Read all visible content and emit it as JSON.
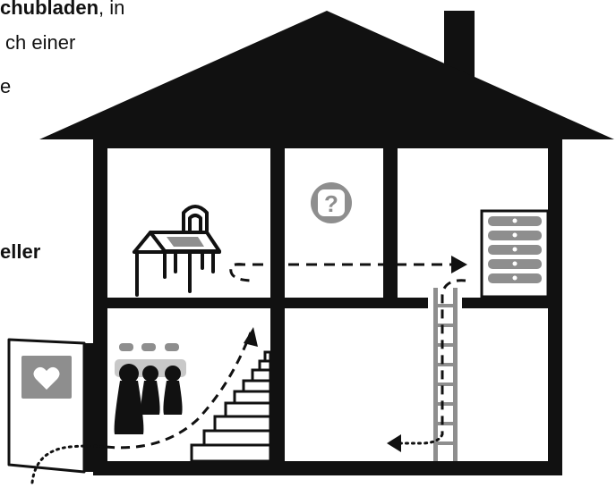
{
  "text": {
    "line1_bold": "chubladen",
    "line1_rest": ", in",
    "line2": "ch einer",
    "line3": "e",
    "line4": "eller"
  },
  "colors": {
    "ink": "#111111",
    "grey": "#8e8e8e",
    "light_grey": "#c8c8c8",
    "background": "#ffffff"
  },
  "icons": {
    "roof": "roof-icon",
    "chimney": "chimney-icon",
    "desk": "desk-icon",
    "question": "question-mark-icon",
    "cabinet": "file-cabinet-icon",
    "ladder": "ladder-icon",
    "stairs": "staircase-icon",
    "family": "family-icon",
    "door": "open-door-icon",
    "heart": "heart-icon"
  },
  "question_glyph": "?"
}
